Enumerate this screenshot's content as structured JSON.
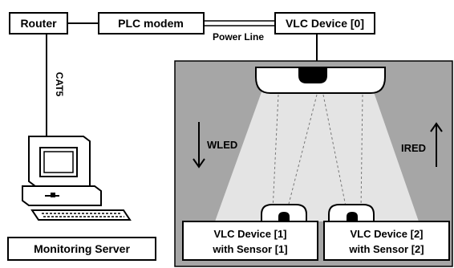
{
  "nodes": {
    "router": "Router",
    "plc_modem": "PLC modem",
    "vlc_device_0": "VLC Device [0]",
    "monitoring_server": "Monitoring Server",
    "vlc_device_1_line1": "VLC Device [1]",
    "vlc_device_1_line2": "with Sensor [1]",
    "vlc_device_2_line1": "VLC Device [2]",
    "vlc_device_2_line2": "with Sensor [2]"
  },
  "links": {
    "power_line": "Power Line",
    "cat5": "CAT5",
    "wled": "WLED",
    "ired": "IRED"
  },
  "colors": {
    "room_fill": "#a6a6a6",
    "light_cone": "#e4e4e4",
    "stroke": "#000000",
    "box_fill": "#ffffff"
  },
  "icons": {
    "computer": "desktop-computer-icon",
    "led": "ceiling-led-icon",
    "down_arrow": "arrow-down-icon",
    "up_arrow": "arrow-up-icon"
  }
}
